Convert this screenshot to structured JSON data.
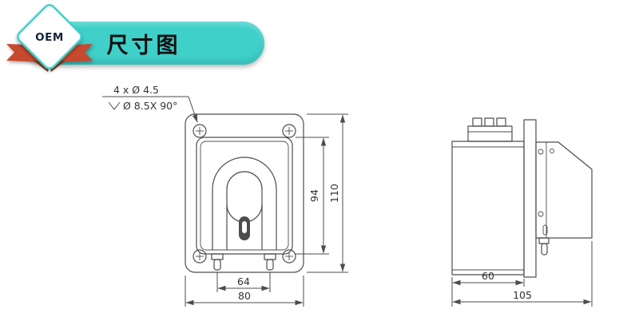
{
  "theme": {
    "accent_color": "#3ed0c9",
    "ribbon_color": "#c7492f",
    "ribbon_fold_color": "#98331c",
    "line_color": "#4d4d4d",
    "text_color": "#333333"
  },
  "header": {
    "badge_label": "OEM",
    "title": "尺寸图"
  },
  "drawing": {
    "callout": {
      "line1": "4 x Ø 4.5",
      "line2": "Ø 8.5X 90°"
    },
    "front_view": {
      "dim_nozzle_spacing": "64",
      "dim_overall_width": "80",
      "dim_housing_height": "94",
      "dim_overall_height": "110"
    },
    "side_view": {
      "dim_body_length": "60",
      "dim_overall_length": "105"
    }
  }
}
